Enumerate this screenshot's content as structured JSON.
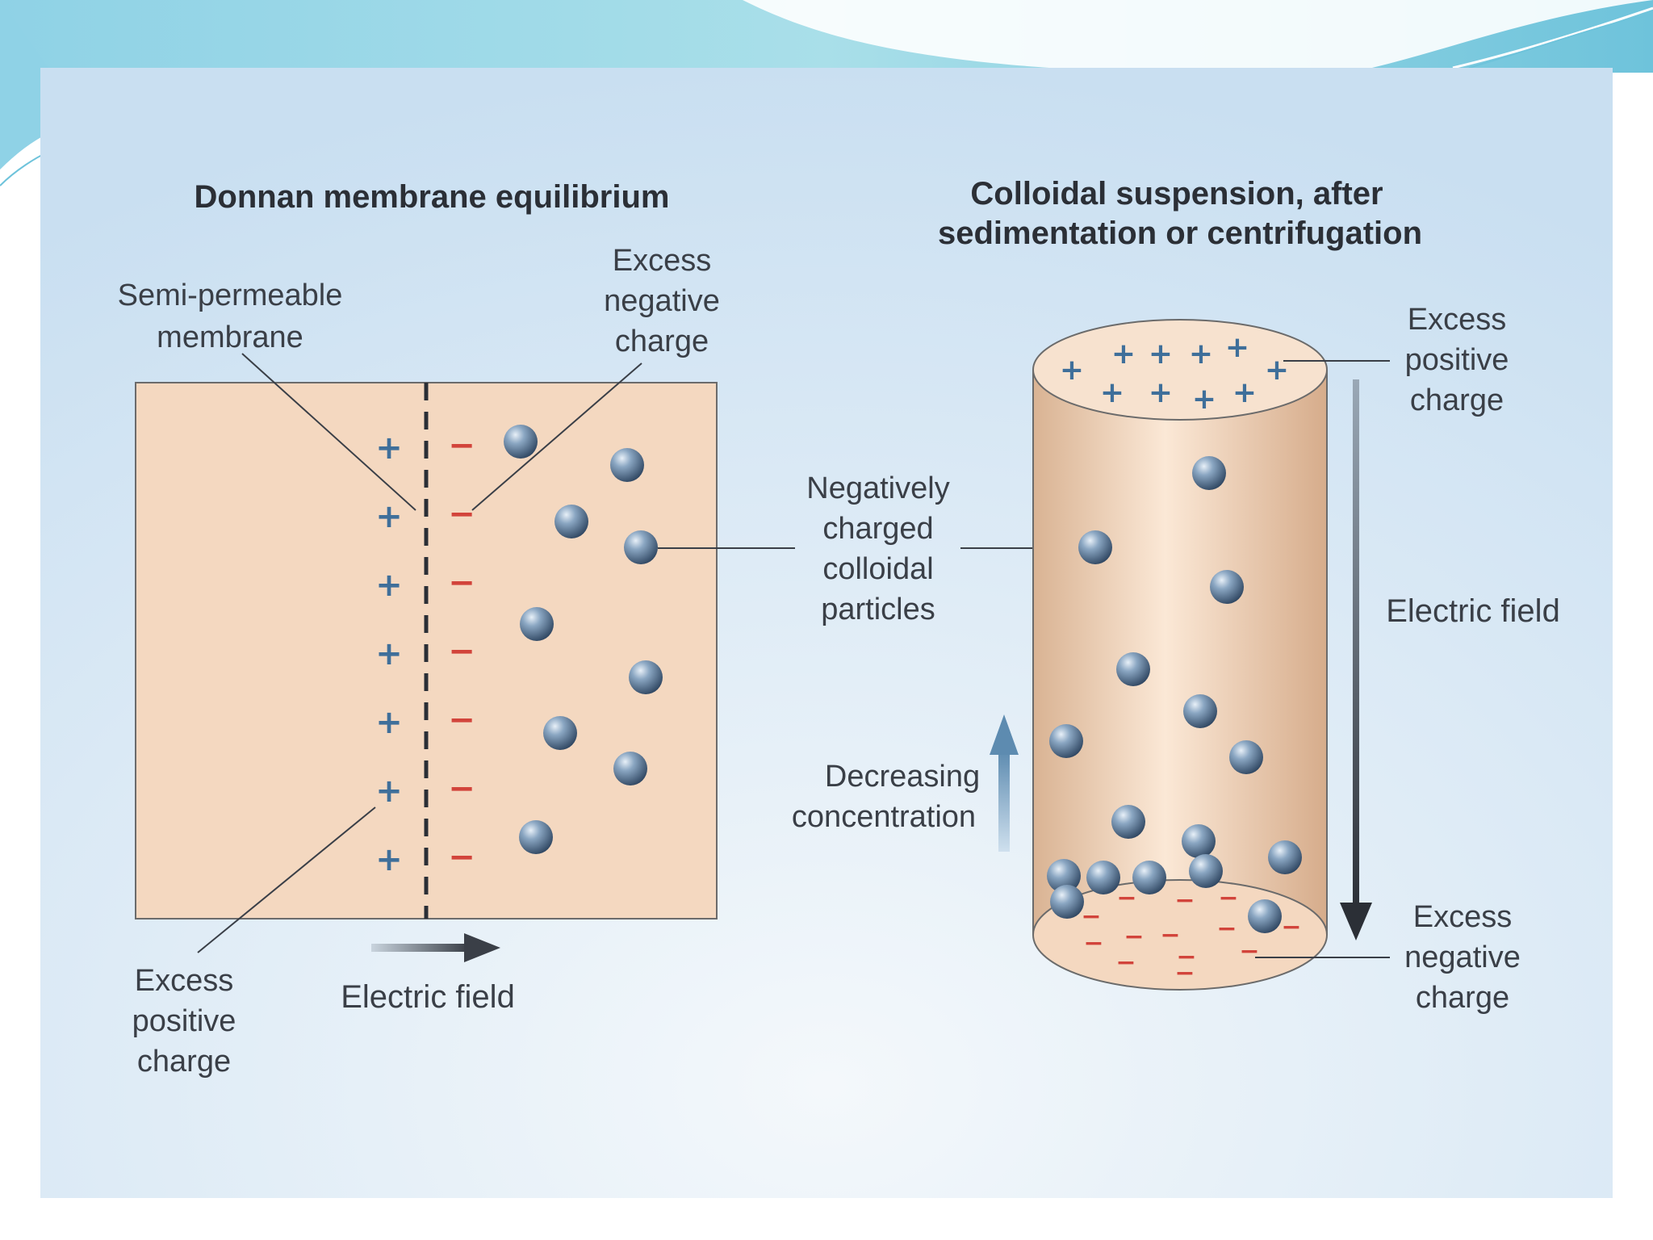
{
  "left_panel": {
    "title": "Donnan membrane equilibrium",
    "membrane_label": [
      "Semi-permeable",
      "membrane"
    ],
    "excess_negative_label": [
      "Excess",
      "negative",
      "charge"
    ],
    "excess_positive_label": [
      "Excess",
      "positive",
      "charge"
    ],
    "field_label": "Electric field",
    "plus_symbol": "+",
    "minus_symbol": "−"
  },
  "center": {
    "particles_label": [
      "Negatively",
      "charged",
      "colloidal",
      "particles"
    ],
    "concentration_label": [
      "Decreasing",
      "concentration"
    ]
  },
  "right_panel": {
    "title": [
      "Colloidal suspension, after",
      "sedimentation or centrifugation"
    ],
    "excess_positive_label": [
      "Excess",
      "positive",
      "charge"
    ],
    "field_label": "Electric field",
    "excess_negative_label": [
      "Excess",
      "negative",
      "charge"
    ]
  },
  "colors": {
    "panel_bg": "#d6e6f4",
    "box_fill": "#f4d8c0",
    "particle": "#6f8fb0",
    "plus": "#3f6f9a",
    "minus": "#d2443b",
    "header": "#7ec8dc"
  }
}
